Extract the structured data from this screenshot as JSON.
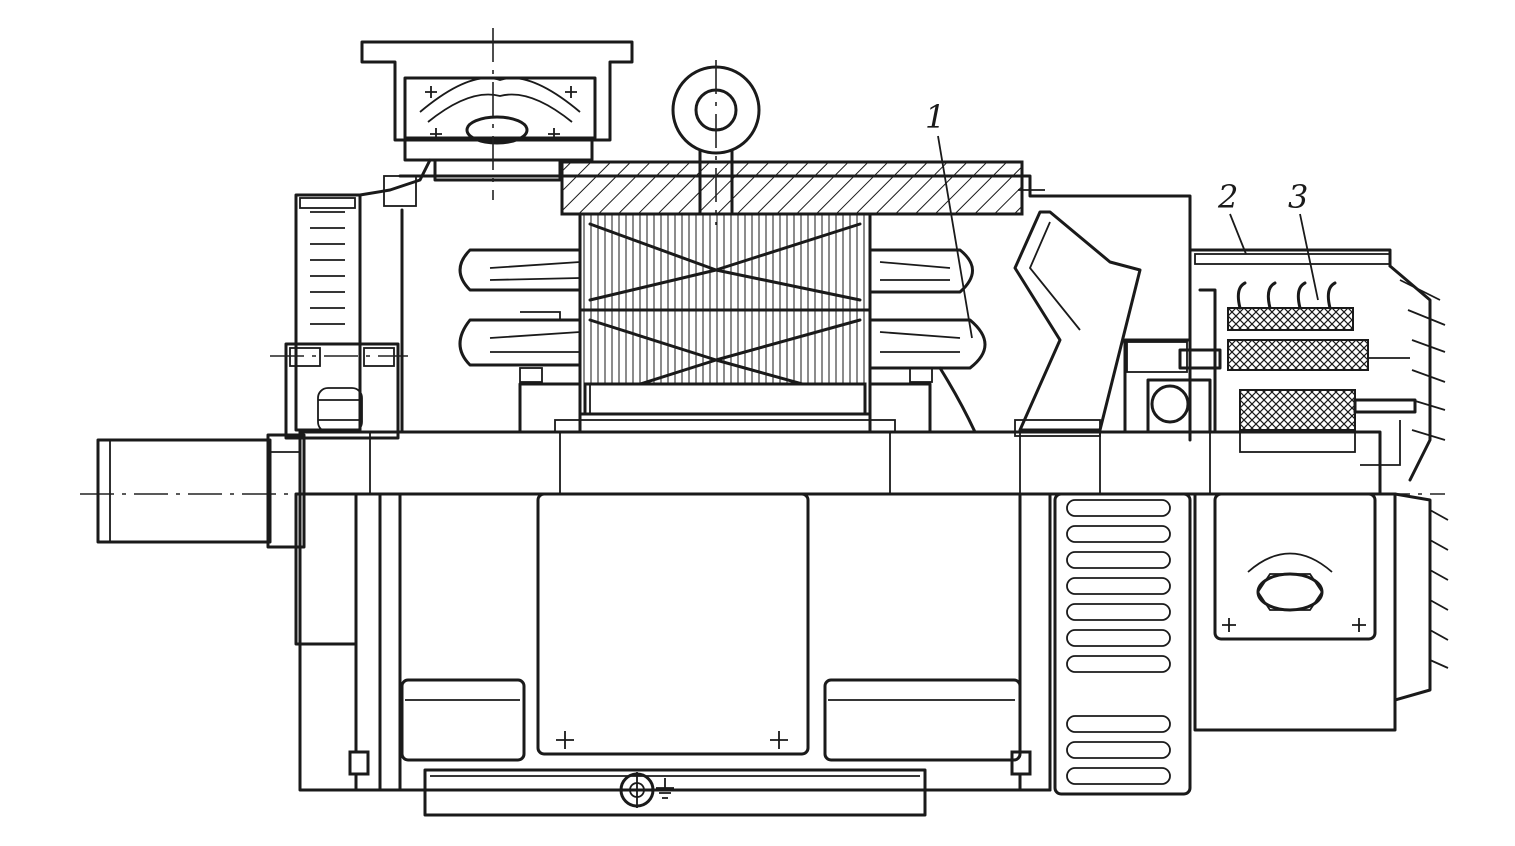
{
  "callouts": [
    {
      "label": "1"
    },
    {
      "label": "2"
    },
    {
      "label": "3"
    }
  ],
  "colors": {
    "ink": "#1a1a1a",
    "paper": "#ffffff"
  }
}
